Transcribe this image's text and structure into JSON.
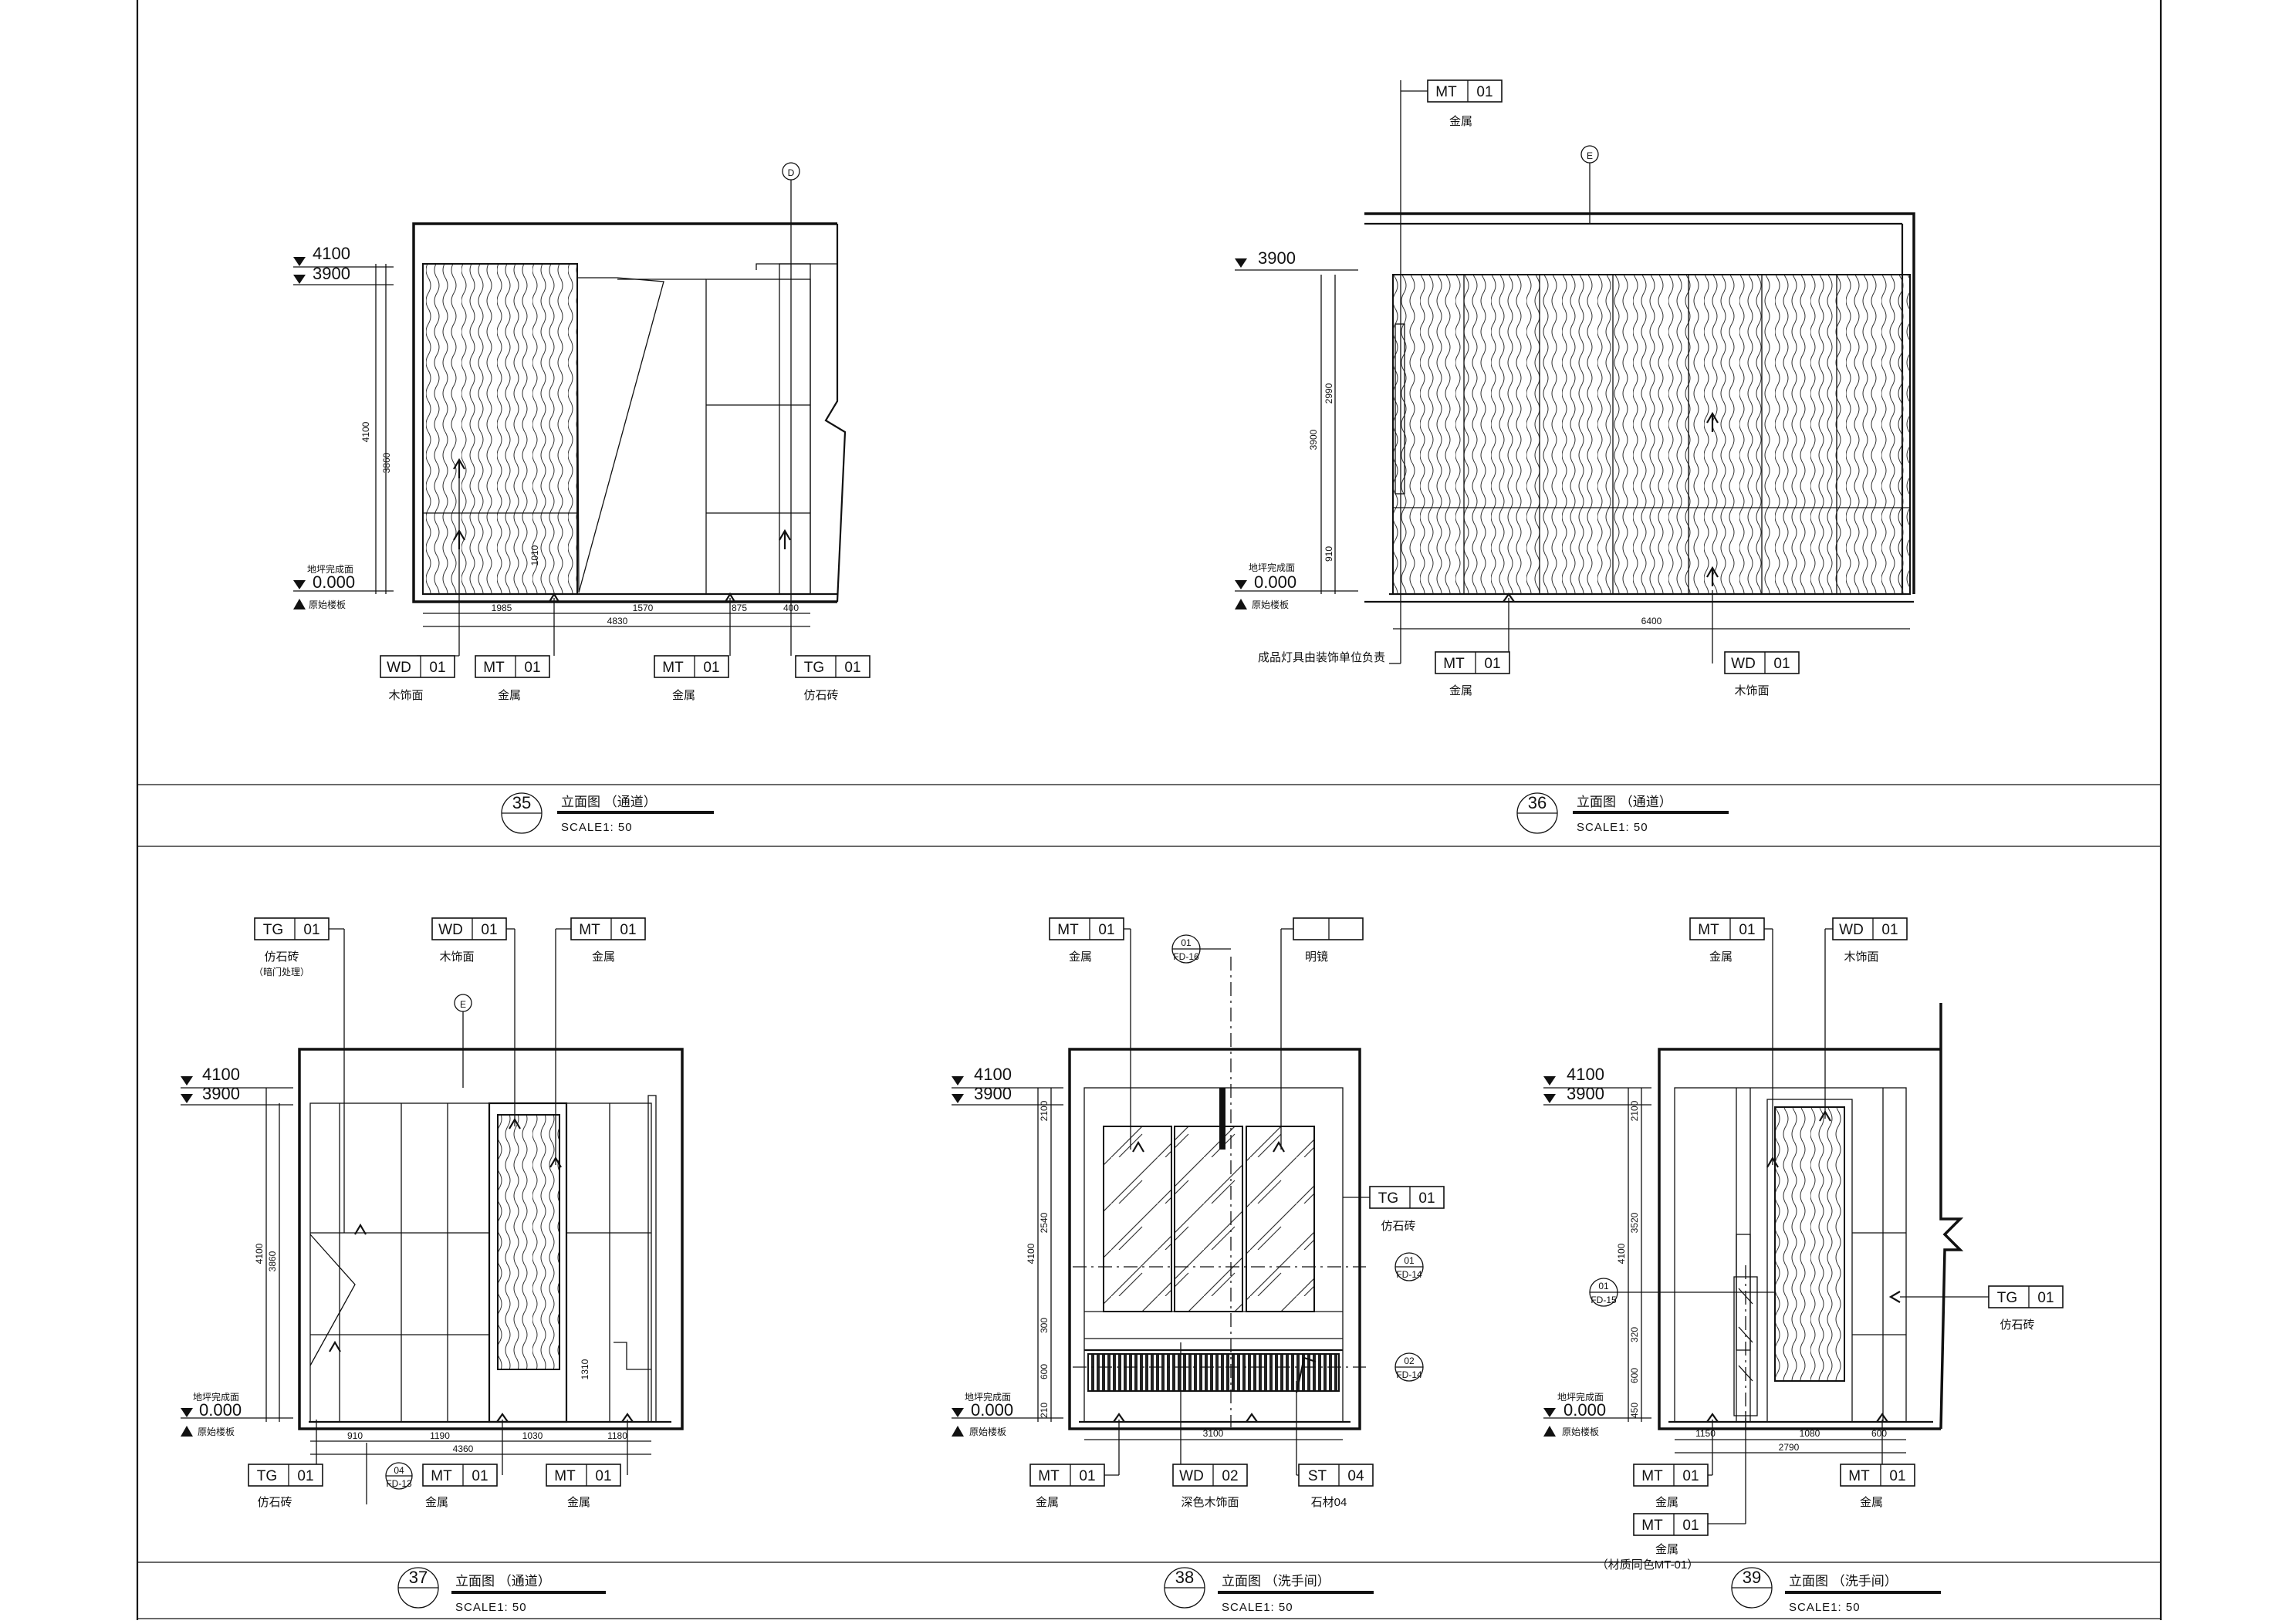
{
  "sheet": {
    "drawings": [
      {
        "number": "35",
        "title": "立面图 （通道）",
        "scale": "SCALE1: 50",
        "levels": [
          "4100",
          "3900",
          "0.000"
        ],
        "level_notes": [
          "地坪完成面",
          "原始楼板"
        ],
        "grid": "D",
        "dims_h": [
          "1985",
          "1570",
          "875",
          "400",
          "4830"
        ],
        "dims_v": [
          "4100",
          "3860",
          "1010"
        ],
        "tags": [
          {
            "code": "WD",
            "num": "01",
            "caption": "木饰面"
          },
          {
            "code": "MT",
            "num": "01",
            "caption": "金属"
          },
          {
            "code": "MT",
            "num": "01",
            "caption": "金属"
          },
          {
            "code": "TG",
            "num": "01",
            "caption": "仿石砖"
          }
        ]
      },
      {
        "number": "36",
        "title": "立面图 （通道）",
        "scale": "SCALE1: 50",
        "levels": [
          "3900",
          "0.000"
        ],
        "level_notes": [
          "地坪完成面",
          "原始楼板"
        ],
        "grid": "E",
        "dims_h": [
          "6400"
        ],
        "dims_v": [
          "2990",
          "3900",
          "910"
        ],
        "note": "成品灯具由装饰单位负责",
        "tags": [
          {
            "code": "MT",
            "num": "01",
            "caption": "金属"
          },
          {
            "code": "MT",
            "num": "01",
            "caption": "金属"
          },
          {
            "code": "WD",
            "num": "01",
            "caption": "木饰面"
          }
        ]
      },
      {
        "number": "37",
        "title": "立面图 （通道）",
        "scale": "SCALE1: 50",
        "levels": [
          "4100",
          "3900",
          "0.000"
        ],
        "level_notes": [
          "地坪完成面",
          "原始楼板"
        ],
        "grid": "E",
        "dims_h": [
          "910",
          "1190",
          "1030",
          "1180",
          "4360"
        ],
        "dims_v": [
          "4100",
          "3860",
          "1310"
        ],
        "section": {
          "num": "04",
          "ref": "FD-13"
        },
        "tags": [
          {
            "code": "TG",
            "num": "01",
            "caption": "仿石砖",
            "sub": "（暗门处理）"
          },
          {
            "code": "WD",
            "num": "01",
            "caption": "木饰面"
          },
          {
            "code": "MT",
            "num": "01",
            "caption": "金属"
          },
          {
            "code": "TG",
            "num": "01",
            "caption": "仿石砖"
          },
          {
            "code": "MT",
            "num": "01",
            "caption": "金属"
          },
          {
            "code": "MT",
            "num": "01",
            "caption": "金属"
          }
        ]
      },
      {
        "number": "38",
        "title": "立面图 （洗手间）",
        "scale": "SCALE1: 50",
        "levels": [
          "4100",
          "3900",
          "0.000"
        ],
        "level_notes": [
          "地坪完成面",
          "原始楼板"
        ],
        "dims_h": [
          "3100"
        ],
        "dims_v": [
          "4100",
          "2100",
          "2540",
          "300",
          "600",
          "210"
        ],
        "sections": [
          {
            "num": "01",
            "ref": "FD-16"
          },
          {
            "num": "01",
            "ref": "FD-14"
          },
          {
            "num": "02",
            "ref": "FD-14"
          }
        ],
        "tags": [
          {
            "code": "MT",
            "num": "01",
            "caption": "金属"
          },
          {
            "code": "",
            "num": "",
            "caption": "明镜"
          },
          {
            "code": "TG",
            "num": "01",
            "caption": "仿石砖"
          },
          {
            "code": "MT",
            "num": "01",
            "caption": "金属"
          },
          {
            "code": "WD",
            "num": "02",
            "caption": "深色木饰面"
          },
          {
            "code": "ST",
            "num": "04",
            "caption": "石材04"
          }
        ]
      },
      {
        "number": "39",
        "title": "立面图 （洗手间）",
        "scale": "SCALE1: 50",
        "levels": [
          "4100",
          "3900",
          "0.000"
        ],
        "level_notes": [
          "地坪完成面",
          "原始楼板"
        ],
        "dims_h": [
          "1150",
          "1080",
          "600",
          "2790"
        ],
        "dims_v": [
          "4100",
          "2100",
          "3520",
          "320",
          "600",
          "450"
        ],
        "section": {
          "num": "01",
          "ref": "FD-15"
        },
        "extra_note": "（材质同色MT-01）",
        "tags": [
          {
            "code": "MT",
            "num": "01",
            "caption": "金属"
          },
          {
            "code": "WD",
            "num": "01",
            "caption": "木饰面"
          },
          {
            "code": "TG",
            "num": "01",
            "caption": "仿石砖"
          },
          {
            "code": "MT",
            "num": "01",
            "caption": "金属"
          },
          {
            "code": "MT",
            "num": "01",
            "caption": "金属"
          },
          {
            "code": "MT",
            "num": "01",
            "caption": "金属"
          }
        ]
      }
    ]
  }
}
